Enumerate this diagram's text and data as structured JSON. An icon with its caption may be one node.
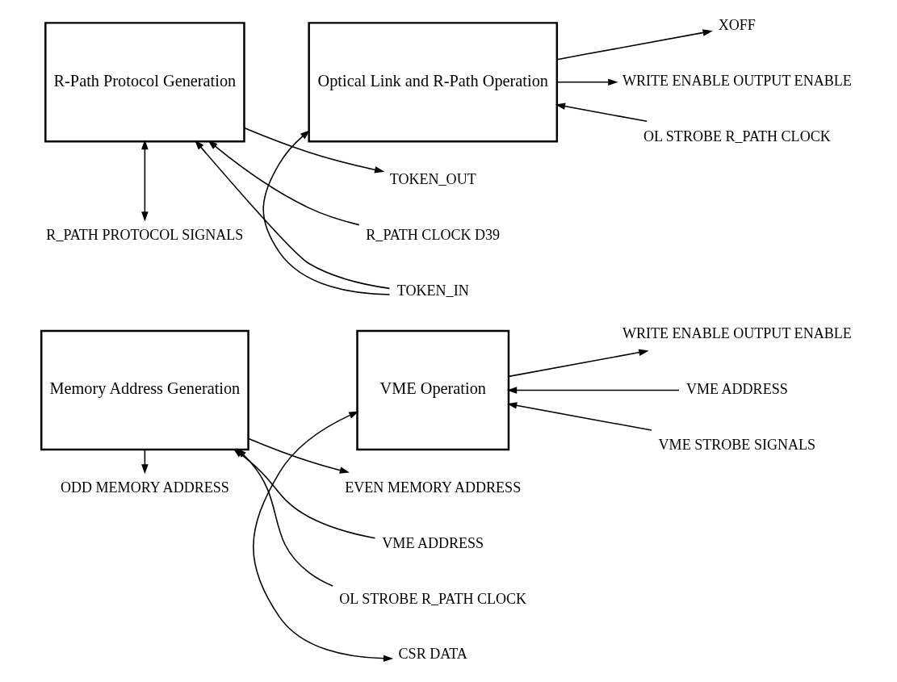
{
  "diagram": {
    "nodes": [
      {
        "text": [
          "Memory Address Generation"
        ]
      },
      {
        "text": [
          "VME Operation"
        ]
      },
      {
        "text": [
          "R-Path Protocol Generation"
        ]
      },
      {
        "text": [
          "Optical Link and R-Path Operation"
        ]
      },
      {
        "text": [
          "ODD MEMORY ADDRESS"
        ]
      },
      {
        "text": [
          "EVEN MEMORY ADDRESS"
        ]
      },
      {
        "text": [
          "CSR DATA"
        ]
      },
      {
        "text": [
          "VME ADDRESS"
        ]
      },
      {
        "text": [
          "OL STROBE R_PATH CLOCK"
        ]
      },
      {
        "text": [
          "TOKEN_OUT"
        ]
      },
      {
        "text": [
          "R_PATH CLOCK D39"
        ]
      },
      {
        "text": [
          "R_PATH PROTOCOL SIGNALS"
        ]
      },
      {
        "text": [
          "TOKEN_IN"
        ]
      },
      {
        "text": [
          "VME ADDRESS"
        ]
      },
      {
        "text": [
          "VME STROBE SIGNALS"
        ]
      },
      {
        "text": [
          "WRITE ENABLE OUTPUT ENABLE"
        ]
      },
      {
        "text": [
          "OL STROBE R_PATH CLOCK"
        ]
      },
      {
        "text": [
          "XOFF"
        ]
      },
      {
        "text": [
          "WRITE ENABLE OUTPUT ENABLE"
        ]
      }
    ],
    "edges": [
      {
        "from": 0,
        "to": 4,
        "arrow": "to"
      },
      {
        "from": 0,
        "to": 5,
        "arrow": "to"
      },
      {
        "from": 1,
        "to": 6,
        "arrow": "both"
      },
      {
        "from": 7,
        "to": 0,
        "arrow": "to"
      },
      {
        "from": 8,
        "to": 0,
        "arrow": "to"
      },
      {
        "from": 2,
        "to": 9,
        "arrow": "to"
      },
      {
        "from": 10,
        "to": 2,
        "arrow": "to"
      },
      {
        "from": 2,
        "to": 11,
        "arrow": "both"
      },
      {
        "from": 12,
        "to": 2,
        "arrow": "to"
      },
      {
        "from": 12,
        "to": 3,
        "arrow": "to"
      },
      {
        "from": 13,
        "to": 1,
        "arrow": "to"
      },
      {
        "from": 14,
        "to": 1,
        "arrow": "to"
      },
      {
        "from": 1,
        "to": 15,
        "arrow": "to"
      },
      {
        "from": 16,
        "to": 3,
        "arrow": "to"
      },
      {
        "from": 3,
        "to": 17,
        "arrow": "to"
      },
      {
        "from": 3,
        "to": 18,
        "arrow": "to"
      }
    ]
  }
}
